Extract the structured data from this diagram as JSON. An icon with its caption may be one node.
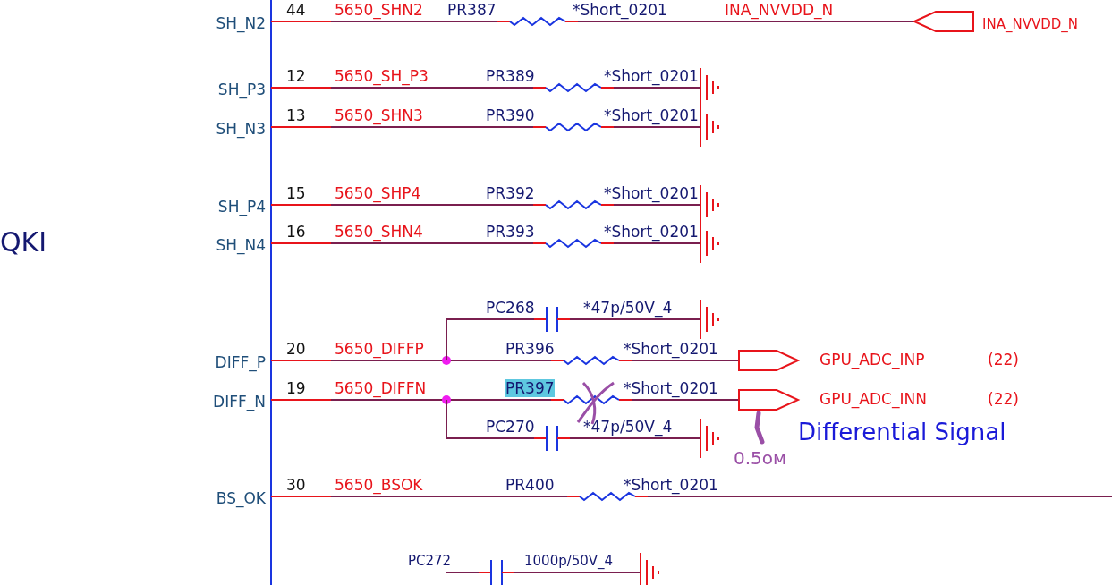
{
  "diagram": {
    "labels": [
      "SH_N2",
      "44",
      "5650_SHN2",
      "PR387",
      "*Short_0201",
      "INA_NVVDD_N",
      "INA_NVVDD_N",
      "SH_P3",
      "12",
      "5650_SH_P3",
      "PR389",
      "*Short_0201",
      "SH_N3",
      "13",
      "5650_SHN3",
      "PR390",
      "*Short_0201",
      "SH_P4",
      "15",
      "5650_SHP4",
      "PR392",
      "*Short_0201",
      "QKI",
      "SH_N4",
      "16",
      "5650_SHN4",
      "PR393",
      "*Short_0201",
      "PC268",
      "*47p/50V_4",
      "DIFF_P",
      "20",
      "5650_DIFFP",
      "PR396",
      "*Short_0201",
      "GPU_ADC_INP",
      "(22)",
      "DIFF_N",
      "19",
      "5650_DIFFN",
      "PR397",
      "*Short_0201",
      "GPU_ADC_INN",
      "(22)",
      "PC270",
      "*47p/50V_4",
      "Differential Signal",
      "0.5ом",
      "BS_OK",
      "30",
      "5650_BSOK",
      "PR400",
      "*Short_0201",
      "PC272",
      "1000p/50V_4"
    ]
  }
}
